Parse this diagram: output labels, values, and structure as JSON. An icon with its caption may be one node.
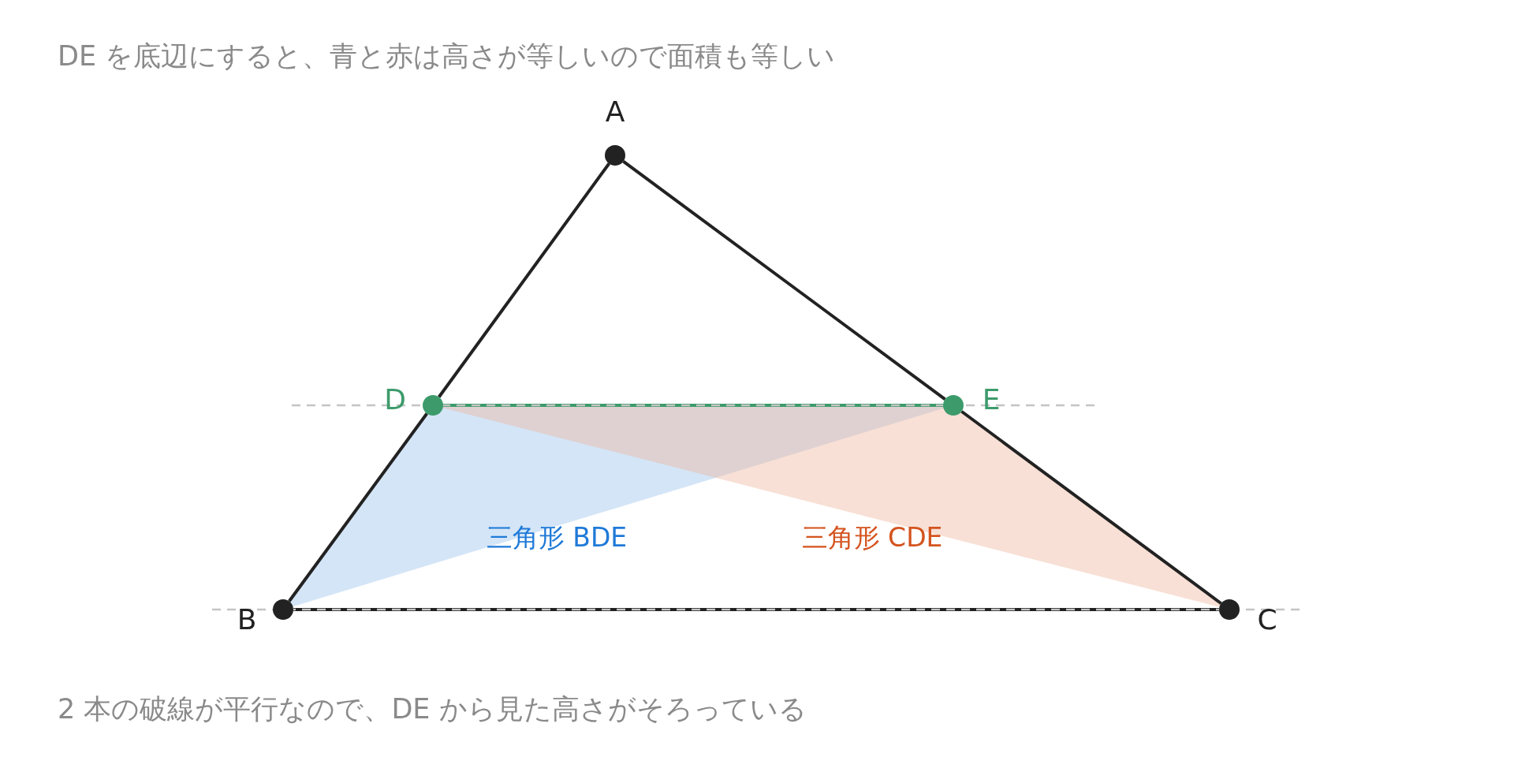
{
  "diagram": {
    "title": "DE を底辺にすると、青と赤は高さが等しいので面積も等しい",
    "caption": "2 本の破線が平行なので、DE から見た高さがそろっている",
    "nodes": [
      {
        "text": [
          "A"
        ]
      },
      {
        "text": [
          "B"
        ]
      },
      {
        "text": [
          "C"
        ]
      },
      {
        "text": [
          "D"
        ]
      },
      {
        "text": [
          "E"
        ]
      },
      {
        "text": [
          "三角形 BDE"
        ]
      },
      {
        "text": [
          "三角形 CDE"
        ]
      }
    ],
    "edges": [
      {
        "from": 0,
        "to": 3,
        "arrow": "none"
      },
      {
        "from": 3,
        "to": 1,
        "arrow": "none"
      },
      {
        "from": 0,
        "to": 4,
        "arrow": "none"
      },
      {
        "from": 4,
        "to": 2,
        "arrow": "none"
      },
      {
        "from": 1,
        "to": 2,
        "arrow": "none"
      },
      {
        "from": 3,
        "to": 4,
        "arrow": "none",
        "color": "#3d9b6b"
      }
    ]
  }
}
